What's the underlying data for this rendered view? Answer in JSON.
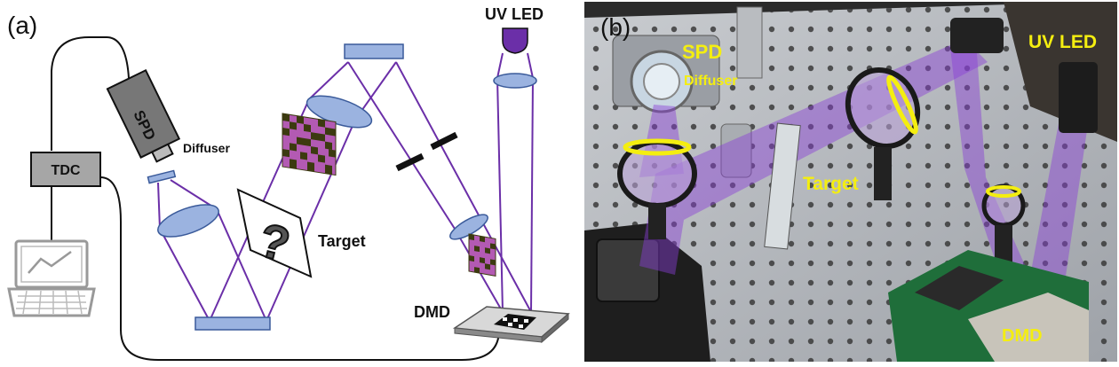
{
  "panel_a": {
    "panel_label": "(a)",
    "labels": {
      "uv_led": "UV LED",
      "spd": "SPD",
      "diffuser": "Diffuser",
      "tdc": "TDC",
      "target": "Target",
      "dmd": "DMD",
      "question_mark": "?"
    }
  },
  "panel_b": {
    "panel_label": "(b)",
    "labels": {
      "spd": "SPD",
      "diffuser": "Diffuser",
      "uv_led": "UV LED",
      "target": "Target",
      "dmd": "DMD"
    }
  },
  "colors": {
    "beam": "#6b2fa8",
    "optic_fill": "#9bb3e0",
    "optic_stroke": "#3a5a9a",
    "pattern_magenta": "#b35ab3",
    "pattern_dark": "#3c3a10",
    "label_yellow": "#f4ee10",
    "photo_beam": "#8a3fd6"
  }
}
